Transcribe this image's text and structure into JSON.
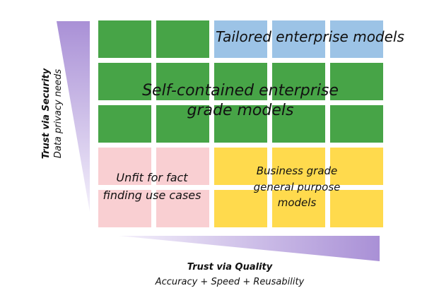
{
  "colors": {
    "green": "#47a447",
    "blue": "#9cc3e6",
    "pink": "#f9cfd2",
    "yellow": "#ffda4d",
    "wedge_light": "#f4f0fb",
    "wedge_dark": "#a990d6"
  },
  "grid": {
    "rows": [
      [
        "green",
        "green",
        "blue",
        "blue",
        "blue"
      ],
      [
        "green",
        "green",
        "green",
        "green",
        "green"
      ],
      [
        "green",
        "green",
        "green",
        "green",
        "green"
      ],
      [
        "pink",
        "pink",
        "yellow",
        "yellow",
        "yellow"
      ],
      [
        "pink",
        "pink",
        "yellow",
        "yellow",
        "yellow"
      ]
    ]
  },
  "regions": {
    "tailored": "Tailored enterprise models",
    "self_contained_line1": "Self-contained  enterprise",
    "self_contained_line2": "grade models",
    "unfit_line1": "Unfit for fact",
    "unfit_line2": "finding use cases",
    "business_line1": "Business grade",
    "business_line2": "general purpose",
    "business_line3": "models"
  },
  "y_axis": {
    "title": "Trust via Security",
    "subtitle": "Data privacy needs"
  },
  "x_axis": {
    "title": "Trust via Quality",
    "subtitle": "Accuracy + Speed + Reusability"
  }
}
